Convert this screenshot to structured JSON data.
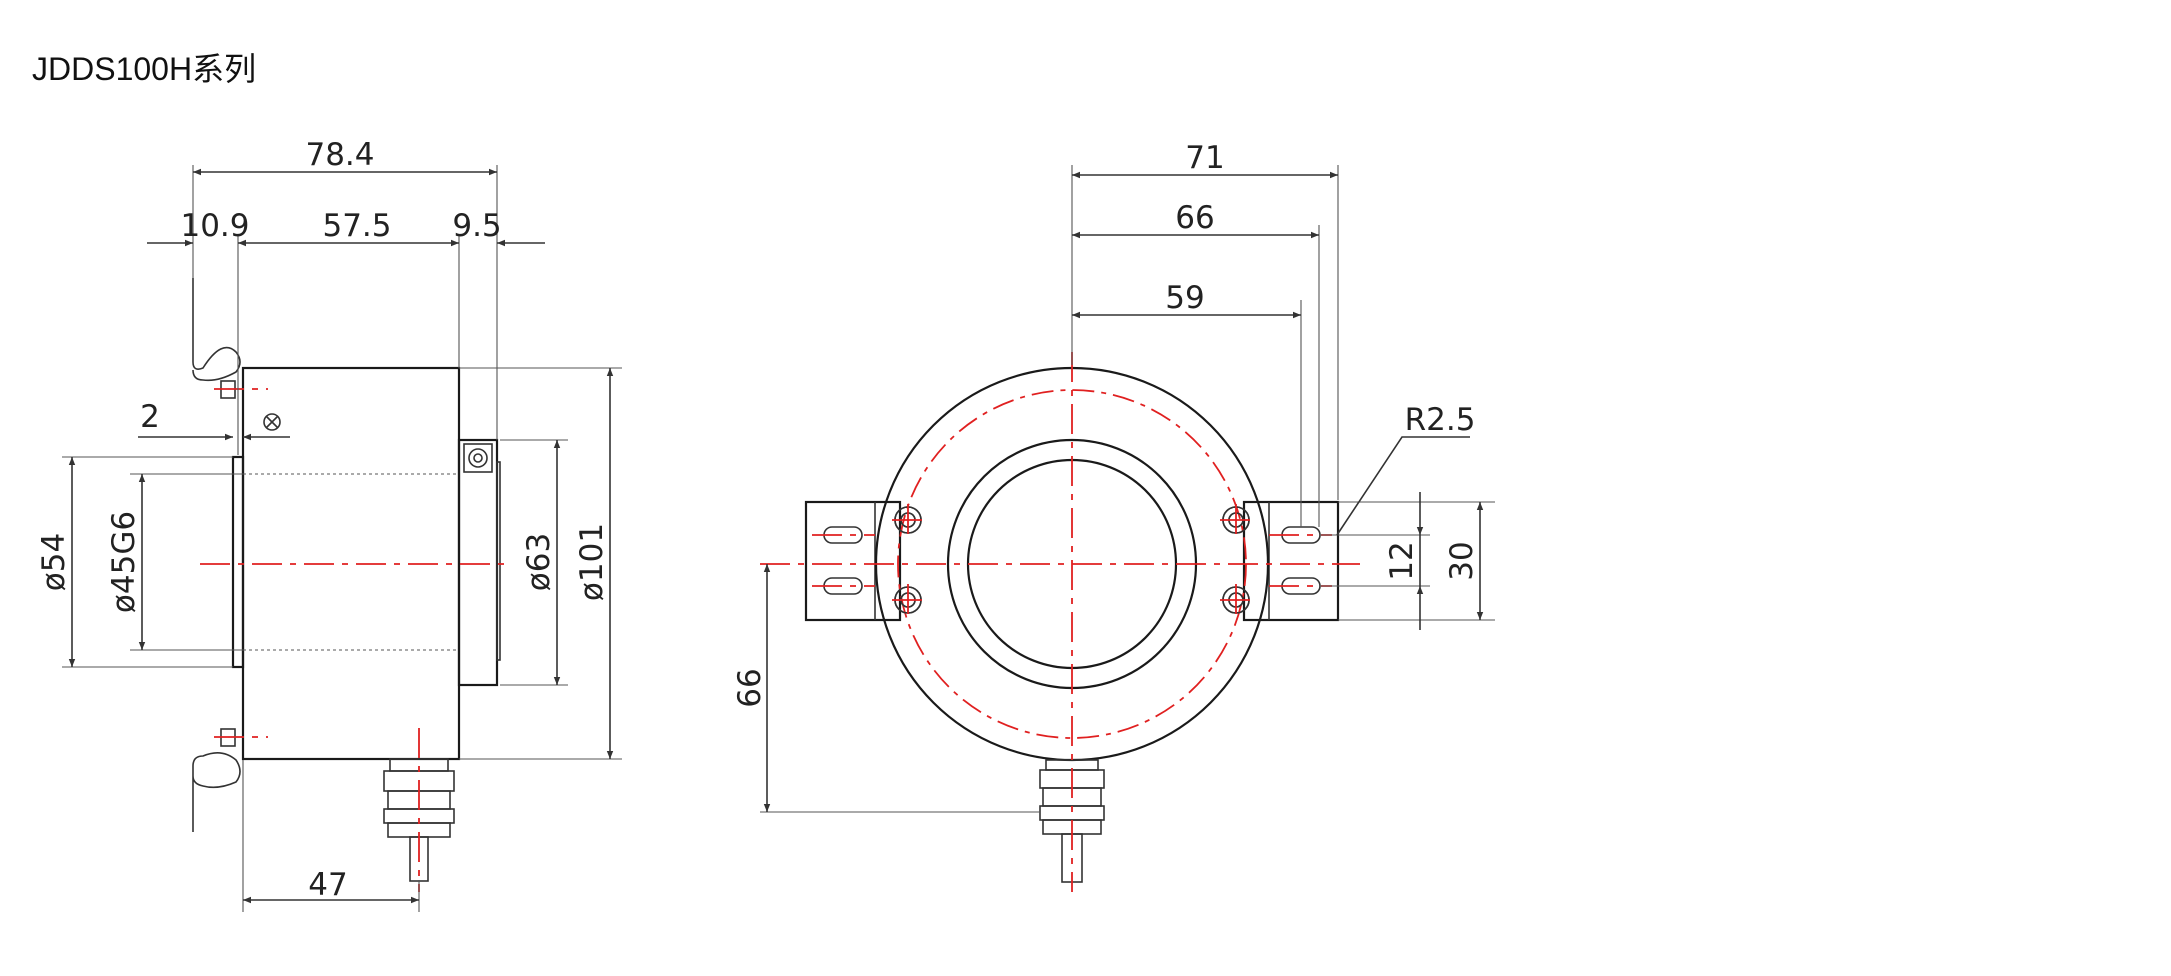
{
  "title": "JDDS100H系列",
  "side_view": {
    "dims": {
      "overall_length": "78.4",
      "flange_offset": "10.9",
      "body_length": "57.5",
      "rear_length": "9.5",
      "step": "2",
      "dia_54": "ø54",
      "dia_45": "ø45G6",
      "dia_63": "ø63",
      "dia_101": "ø101",
      "cable_offset": "47"
    }
  },
  "front_view": {
    "dims": {
      "width_71": "71",
      "width_66": "66",
      "width_59": "59",
      "radius": "R2.5",
      "slot_12": "12",
      "bracket_30": "30",
      "height_66": "66"
    }
  },
  "colors": {
    "centerline": "#e02020",
    "outline": "#1a1a1a"
  }
}
